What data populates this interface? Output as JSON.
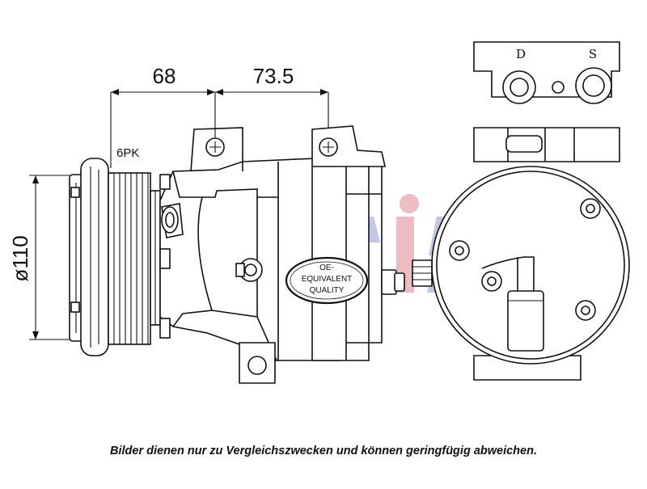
{
  "dimensions": {
    "width_left": "68",
    "width_right": "73.5",
    "pulley_diameter": "ø110",
    "belt_profile": "6PK"
  },
  "ports": {
    "discharge": "D",
    "suction": "S"
  },
  "badge": {
    "line1": "OE-",
    "line2": "EQUIVALENT",
    "line3": "QUALITY"
  },
  "caption": "Bilder dienen nur zu Vergleichszwecken und können geringfügig abweichen.",
  "colors": {
    "watermark_red": "#e8a6ae",
    "watermark_blue": "#a9b6dc",
    "line": "#111111"
  }
}
